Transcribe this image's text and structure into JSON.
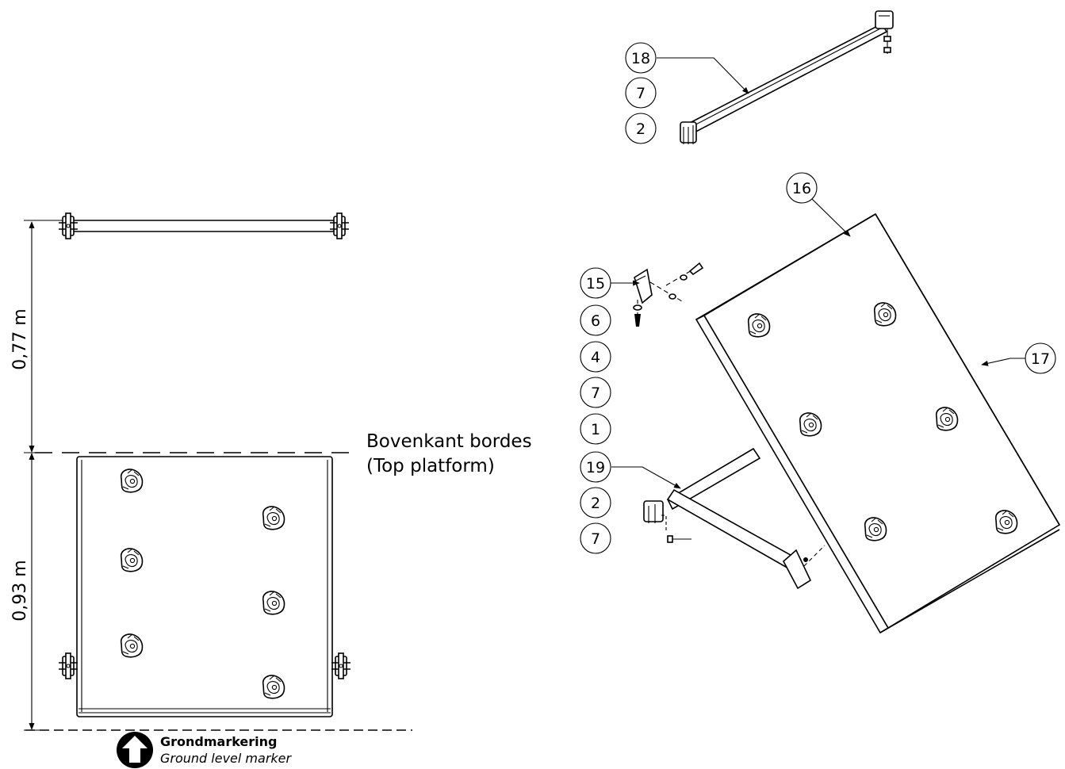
{
  "dimensions": {
    "upper": "0,77 m",
    "lower": "0,93 m"
  },
  "platform_label": {
    "line1": "Bovenkant bordes",
    "line2": "(Top platform)"
  },
  "ground_marker": {
    "line1": "Grondmarkering",
    "line2": "Ground level marker"
  },
  "balloons": {
    "top_group": [
      "18",
      "7",
      "2"
    ],
    "panel_top": "16",
    "panel_right": "17",
    "left_group": [
      "15",
      "6",
      "4",
      "7",
      "1",
      "19",
      "2",
      "7"
    ]
  },
  "icons": [
    "up-arrow-icon",
    "climbing-hold-icon",
    "clamp-icon"
  ]
}
